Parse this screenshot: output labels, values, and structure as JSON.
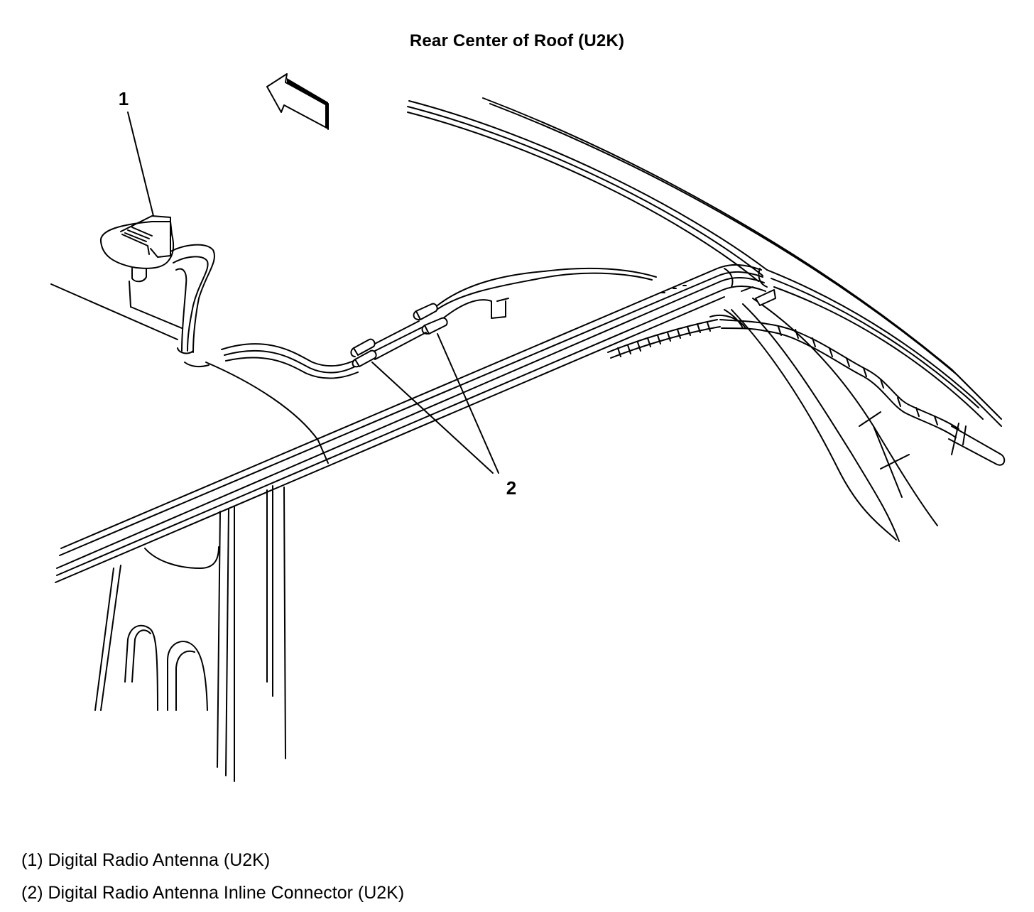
{
  "title": "Rear Center of Roof (U2K)",
  "callouts": {
    "antenna": "1",
    "connector": "2"
  },
  "legend": [
    "(1) Digital Radio Antenna (U2K)",
    "(2) Digital Radio Antenna Inline Connector (U2K)"
  ],
  "icons": {
    "direction": "front-arrow-icon"
  },
  "colors": {
    "ink": "#000000",
    "background": "#ffffff"
  }
}
